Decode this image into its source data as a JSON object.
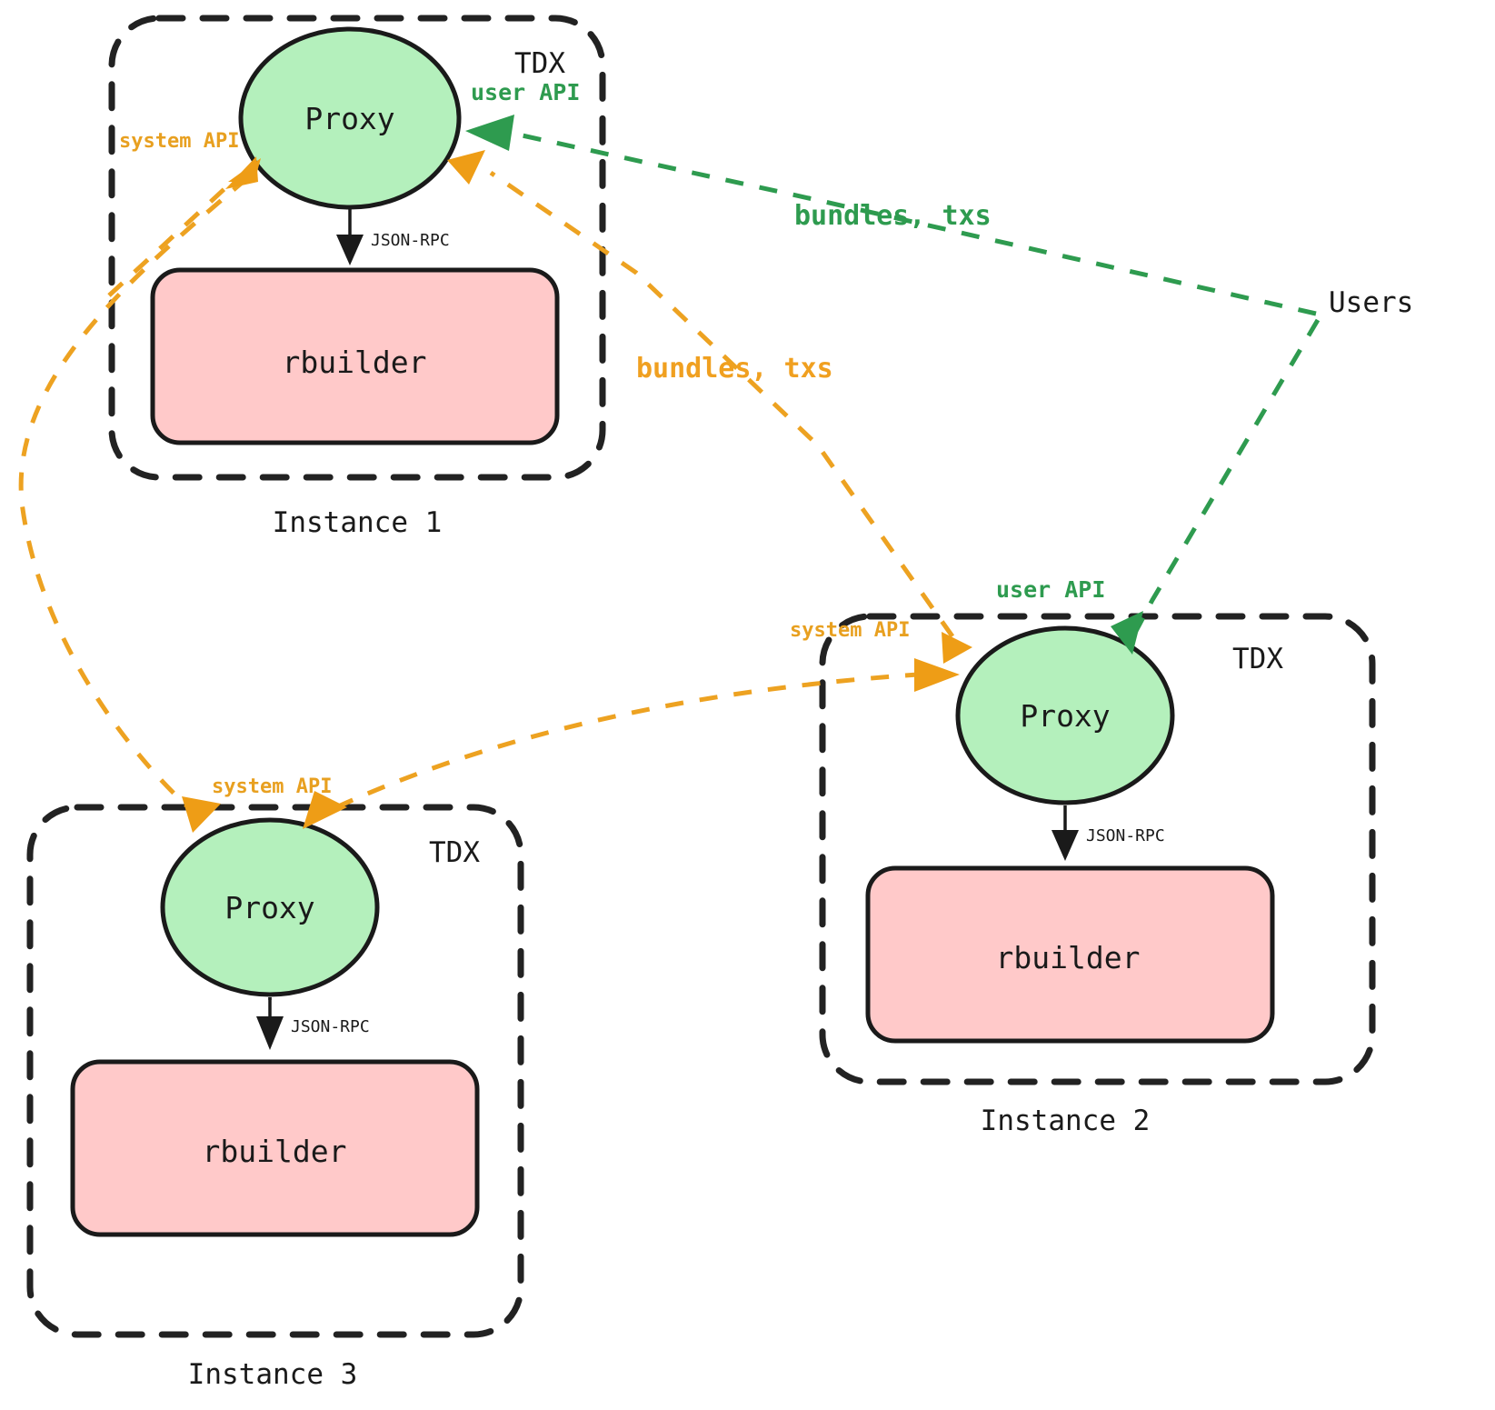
{
  "diagram": {
    "title_visible": false,
    "colors": {
      "proxy_fill": "#b4f0bc",
      "builder_fill": "#ffc9c9",
      "enclave_border": "#222222",
      "system_api": "#eda221",
      "user_api": "#2e9b4f",
      "json_rpc": "#1a1a1a"
    },
    "instances": [
      {
        "id": "instance-1",
        "caption": "Instance 1",
        "enclave_label": "TDX",
        "proxy_label": "Proxy",
        "builder_label": "rbuilder",
        "internal_edge_label": "JSON-RPC"
      },
      {
        "id": "instance-2",
        "caption": "Instance 2",
        "enclave_label": "TDX",
        "proxy_label": "Proxy",
        "builder_label": "rbuilder",
        "internal_edge_label": "JSON-RPC"
      },
      {
        "id": "instance-3",
        "caption": "Instance 3",
        "enclave_label": "TDX",
        "proxy_label": "Proxy",
        "builder_label": "rbuilder",
        "internal_edge_label": "JSON-RPC"
      }
    ],
    "external_actor": {
      "label": "Users"
    },
    "edge_labels": {
      "system_api_1": "system API",
      "system_api_2": "system API",
      "system_api_3": "system API",
      "user_api_1": "user API",
      "user_api_2": "user API",
      "bundles_txs_green": "bundles, txs",
      "bundles_txs_orange": "bundles, txs"
    },
    "flows": [
      {
        "from": "Users",
        "to": "Instance 1 Proxy",
        "label": "bundles, txs",
        "api": "user API",
        "color": "#2e9b4f"
      },
      {
        "from": "Users",
        "to": "Instance 2 Proxy",
        "label": "bundles, txs",
        "api": "user API",
        "color": "#2e9b4f"
      },
      {
        "from": "Instance 2 Proxy",
        "to": "Instance 1 Proxy",
        "label": "bundles, txs",
        "api": "system API",
        "color": "#eda221"
      },
      {
        "from": "Instance 1 Proxy",
        "to": "Instance 3 Proxy",
        "label": "",
        "api": "system API",
        "color": "#eda221"
      },
      {
        "from": "Instance 3 Proxy",
        "to": "Instance 2 Proxy",
        "label": "",
        "api": "system API",
        "color": "#eda221"
      },
      {
        "from": "Instance 1 Proxy",
        "to": "Instance 1 rbuilder",
        "label": "JSON-RPC",
        "api": "",
        "color": "#1a1a1a"
      },
      {
        "from": "Instance 2 Proxy",
        "to": "Instance 2 rbuilder",
        "label": "JSON-RPC",
        "api": "",
        "color": "#1a1a1a"
      },
      {
        "from": "Instance 3 Proxy",
        "to": "Instance 3 rbuilder",
        "label": "JSON-RPC",
        "api": "",
        "color": "#1a1a1a"
      }
    ]
  }
}
